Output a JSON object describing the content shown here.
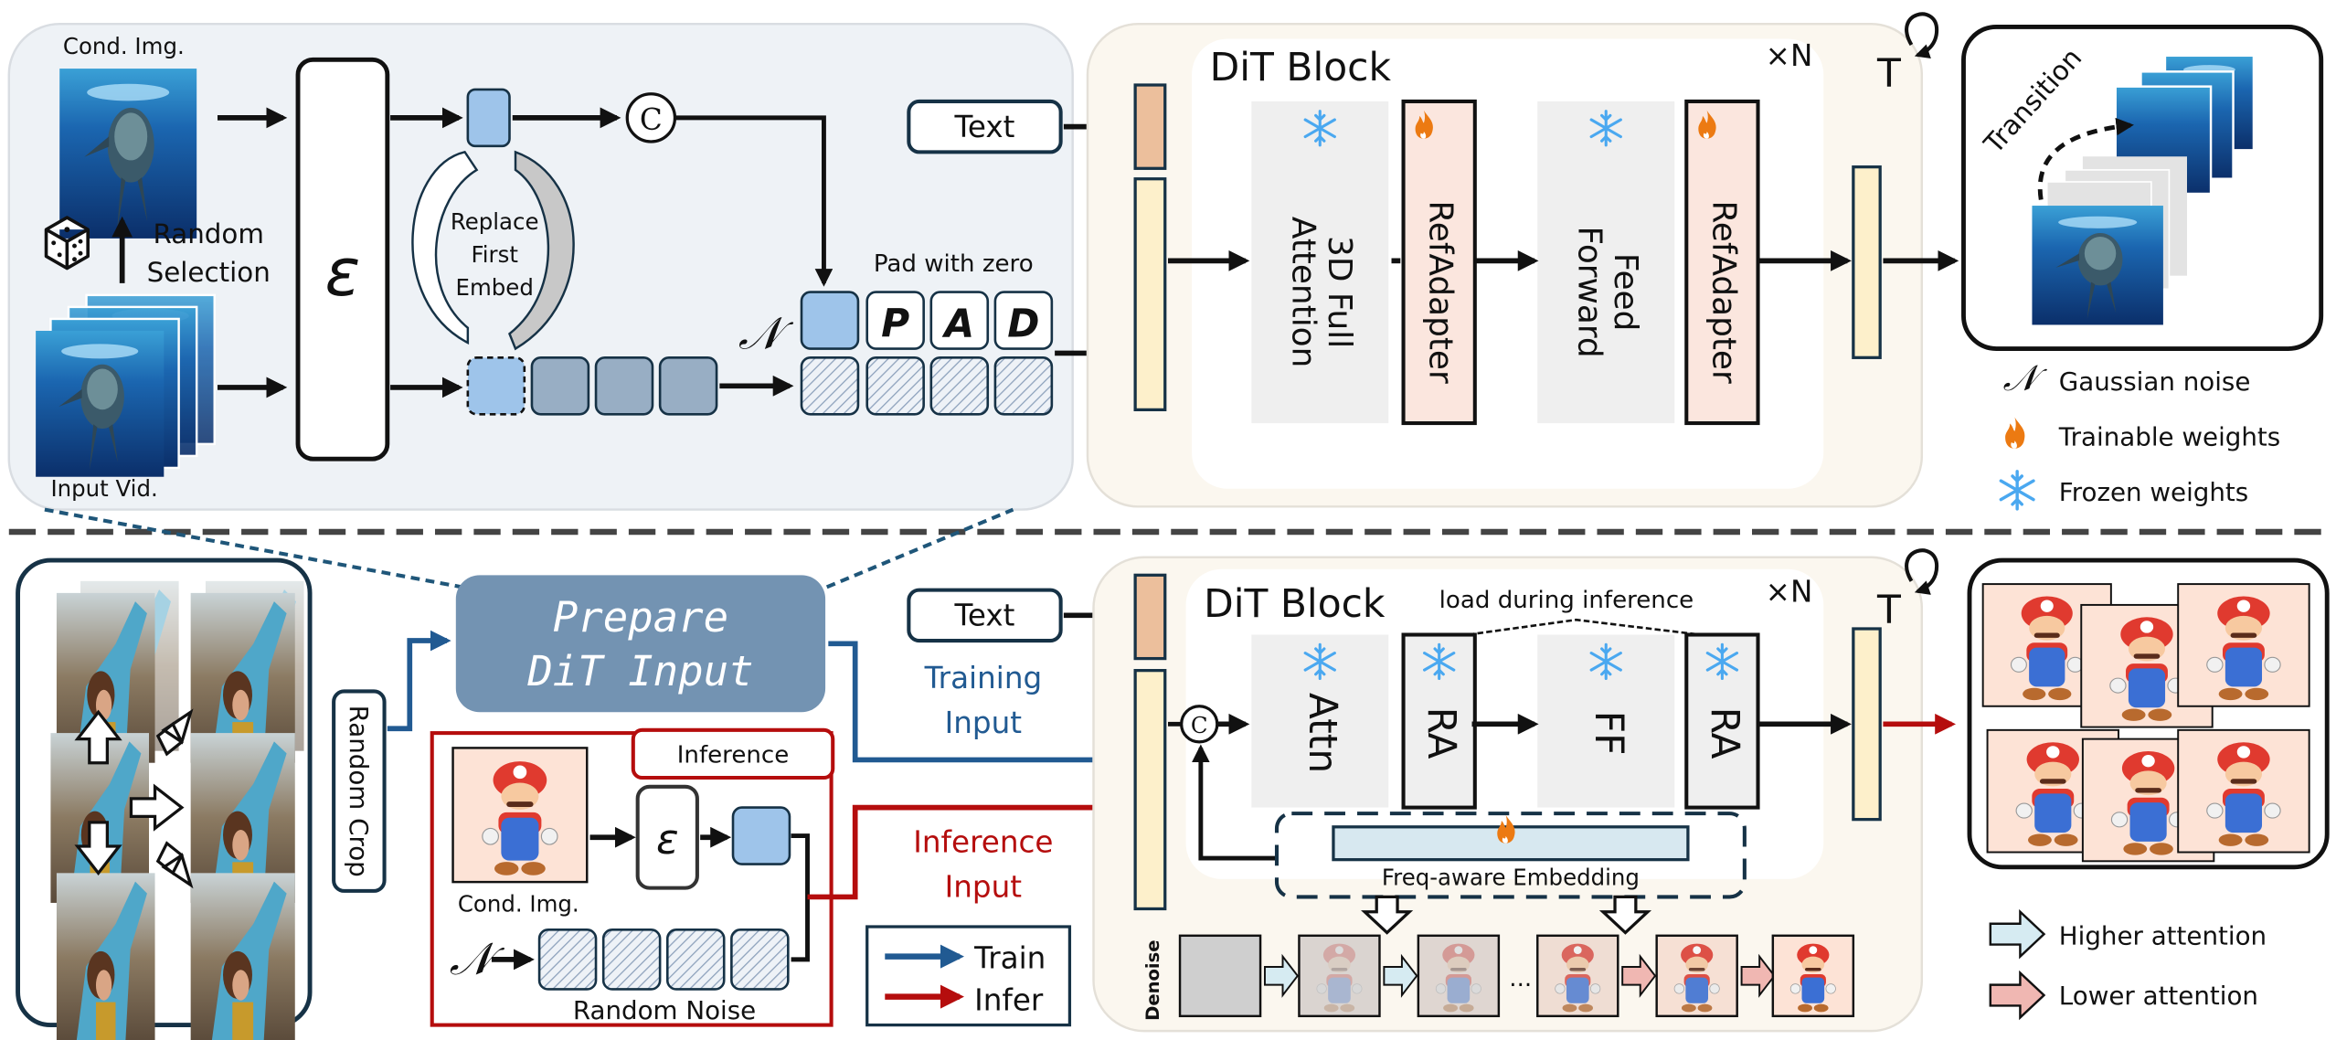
{
  "top": {
    "cond_img_label": "Cond. Img.",
    "input_vid_label": "Input Vid.",
    "random_selection": [
      "Random",
      "Selection"
    ],
    "encoder_symbol": "ε",
    "replace_first_embed": [
      "Replace",
      "First",
      "Embed"
    ],
    "concat_symbol": "C",
    "pad_label": "Pad with zero",
    "pad_tokens": [
      "P",
      "A",
      "D"
    ],
    "noise_symbol": "𝒩",
    "text_label": "Text",
    "dit_title": "DiT Block",
    "repeat_label": "×N",
    "timestep_label": "T",
    "blocks": [
      {
        "label": [
          "3D Full",
          "Attention"
        ],
        "weights": "frozen"
      },
      {
        "label": [
          "RefAdapter"
        ],
        "weights": "trainable"
      },
      {
        "label": [
          "Feed",
          "Forward"
        ],
        "weights": "frozen"
      },
      {
        "label": [
          "RefAdapter"
        ],
        "weights": "trainable"
      }
    ],
    "output_label": "Transition"
  },
  "legend_top": [
    {
      "icon": "gaussian-noise-icon",
      "glyph": "𝒩",
      "label": "Gaussian noise"
    },
    {
      "icon": "flame-icon",
      "glyph": "",
      "label": "Trainable weights"
    },
    {
      "icon": "snowflake-icon",
      "glyph": "❄",
      "label": "Frozen weights"
    }
  ],
  "bottom": {
    "random_crop": "Random Crop",
    "prepare": [
      "Prepare",
      "DiT Input"
    ],
    "inference_box_title": "Inference",
    "cond_img_label": "Cond. Img.",
    "encoder_symbol": "ε",
    "noise_symbol": "𝒩",
    "random_noise": "Random Noise",
    "training_input": [
      "Training",
      "Input"
    ],
    "inference_input": [
      "Inference",
      "Input"
    ],
    "text_label": "Text",
    "dit_title": "DiT Block",
    "load_label": "load during inference",
    "repeat_label": "×N",
    "timestep_label": "T",
    "concat_symbol": "C",
    "blocks": [
      {
        "label": "Attn",
        "weights": "frozen"
      },
      {
        "label": "RA",
        "weights": "frozen"
      },
      {
        "label": "FF",
        "weights": "frozen"
      },
      {
        "label": "RA",
        "weights": "frozen"
      }
    ],
    "freq_label": "Freq-aware Embedding",
    "denoise_label": "Denoise",
    "ellipsis": "...",
    "flow_legend": [
      {
        "label": "Train",
        "color": "#215a92"
      },
      {
        "label": "Infer",
        "color": "#b50d0d"
      }
    ]
  },
  "legend_bottom": [
    {
      "label": "Higher attention",
      "color": "#d6ebf2"
    },
    {
      "label": "Lower attention",
      "color": "#f0b7b2"
    }
  ],
  "colors": {
    "train": "#215a92",
    "infer": "#b50d0d",
    "token_blue": "#9ec4ea",
    "token_gray": "#98aec4",
    "text_token": "#ecbf9c",
    "video_token": "#fdf0cb",
    "refadapter": "#fbe6de",
    "block_gray": "#efefef",
    "prepare_box": "#7393b2",
    "flame": "#ec7a12",
    "snow": "#4aa8f0"
  }
}
